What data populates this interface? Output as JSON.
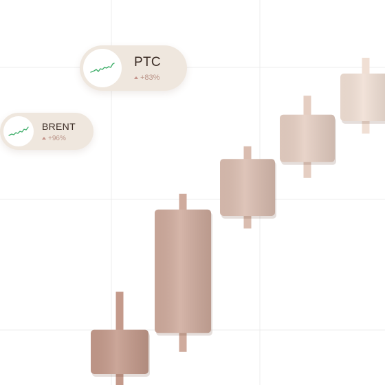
{
  "tickers": [
    {
      "name": "PTC",
      "change": "+83%"
    },
    {
      "name": "BRENT",
      "change": "+96%"
    }
  ],
  "colors": {
    "pill_bg": "#efe7de",
    "sparkline": "#3fae6a",
    "change_text": "#b99286",
    "candle_dark": "#c49a8b",
    "candle_light": "#f0dfd4"
  },
  "icons": [
    "sparkline-icon",
    "up-arrow-icon"
  ],
  "chart_data": {
    "type": "candlestick",
    "direction": "up",
    "grid": true,
    "candles": [
      {
        "open": 0,
        "high": 26,
        "low": -9,
        "close": 14
      },
      {
        "open": 13,
        "high": 57,
        "low": 7,
        "close": 52
      },
      {
        "open": 50,
        "high": 72,
        "low": 46,
        "close": 68
      },
      {
        "open": 67,
        "high": 88,
        "low": 62,
        "close": 82
      },
      {
        "open": 80,
        "high": 100,
        "low": 76,
        "close": 95
      }
    ]
  }
}
